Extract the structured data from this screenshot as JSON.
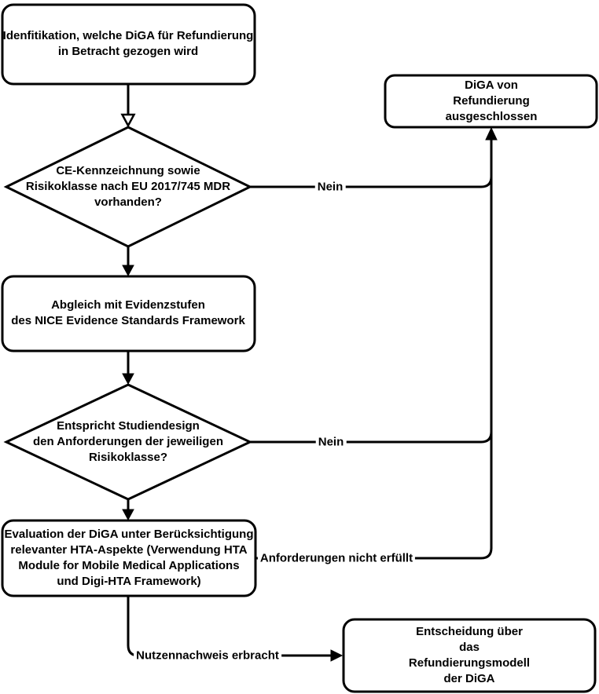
{
  "diagram": {
    "title": "DiGA Refundierung Flussdiagramm",
    "colors": {
      "stroke": "#000000",
      "node_fill": "#ffffff",
      "text": "#000000",
      "background": "#ffffff"
    },
    "nodes": {
      "identification": {
        "type": "rounded-rect",
        "lines": [
          "Idenfitikation, welche DiGA für Refundierung",
          "in Betracht gezogen wird"
        ]
      },
      "ce_marking_decision": {
        "type": "diamond",
        "lines": [
          "CE-Kennzeichnung sowie",
          "Risikoklasse nach EU 2017/745 MDR",
          "vorhanden?"
        ]
      },
      "excluded": {
        "type": "rounded-rect",
        "lines": [
          "DiGA von Refundierung",
          "ausgeschlossen"
        ]
      },
      "nice_alignment": {
        "type": "rounded-rect",
        "lines": [
          "Abgleich mit Evidenzstufen",
          "des NICE Evidence Standards Framework"
        ]
      },
      "study_design_decision": {
        "type": "diamond",
        "lines": [
          "Entspricht Studiendesign",
          "den Anforderungen der jeweiligen",
          "Risikoklasse?"
        ]
      },
      "hta_evaluation": {
        "type": "rounded-rect",
        "lines": [
          "Evaluation der DiGA unter Berücksichtigung",
          "relevanter HTA-Aspekte (Verwendung HTA",
          "Module for Mobile Medical Applications",
          "und Digi-HTA Framework)"
        ]
      },
      "reimbursement_decision": {
        "type": "rounded-rect",
        "lines": [
          "Entscheidung über das",
          "Refundierungsmodell der DiGA"
        ]
      }
    },
    "edge_labels": {
      "nein_1": "Nein",
      "nein_2": "Nein",
      "requirements_not_met": "Anforderungen nicht erfüllt",
      "benefit_proven": "Nutzennachweis erbracht"
    }
  }
}
